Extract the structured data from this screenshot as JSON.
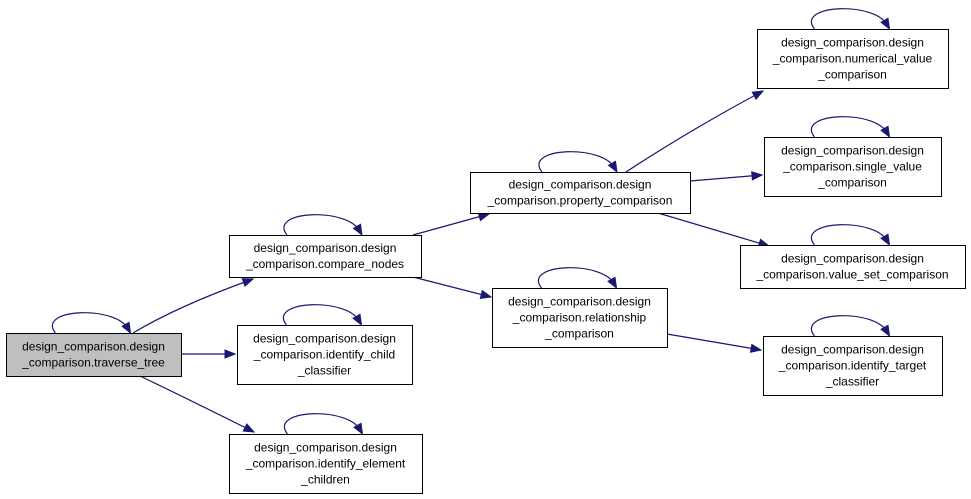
{
  "colors": {
    "edge": "#191970",
    "node_fill": "#ffffff",
    "root_fill": "#bfbfbf",
    "node_border": "#000000"
  },
  "nodes": [
    {
      "id": "traverse_tree",
      "lines": [
        "design_comparison.design",
        "_comparison.traverse_tree"
      ],
      "highlighted": true
    },
    {
      "id": "compare_nodes",
      "lines": [
        "design_comparison.design",
        "_comparison.compare_nodes"
      ]
    },
    {
      "id": "identify_child_classifier",
      "lines": [
        "design_comparison.design",
        "_comparison.identify_child",
        "_classifier"
      ]
    },
    {
      "id": "identify_element_children",
      "lines": [
        "design_comparison.design",
        "_comparison.identify_element",
        "_children"
      ]
    },
    {
      "id": "property_comparison",
      "lines": [
        "design_comparison.design",
        "_comparison.property_comparison"
      ]
    },
    {
      "id": "relationship_comparison",
      "lines": [
        "design_comparison.design",
        "_comparison.relationship",
        "_comparison"
      ]
    },
    {
      "id": "numerical_value_comparison",
      "lines": [
        "design_comparison.design",
        "_comparison.numerical_value",
        "_comparison"
      ]
    },
    {
      "id": "single_value_comparison",
      "lines": [
        "design_comparison.design",
        "_comparison.single_value",
        "_comparison"
      ]
    },
    {
      "id": "value_set_comparison",
      "lines": [
        "design_comparison.design",
        "_comparison.value_set_comparison"
      ]
    },
    {
      "id": "identify_target_classifier",
      "lines": [
        "design_comparison.design",
        "_comparison.identify_target",
        "_classifier"
      ]
    }
  ],
  "edges": [
    {
      "from": "traverse_tree",
      "to": "traverse_tree"
    },
    {
      "from": "traverse_tree",
      "to": "compare_nodes"
    },
    {
      "from": "traverse_tree",
      "to": "identify_child_classifier"
    },
    {
      "from": "traverse_tree",
      "to": "identify_element_children"
    },
    {
      "from": "compare_nodes",
      "to": "compare_nodes"
    },
    {
      "from": "compare_nodes",
      "to": "property_comparison"
    },
    {
      "from": "compare_nodes",
      "to": "relationship_comparison"
    },
    {
      "from": "identify_child_classifier",
      "to": "identify_child_classifier"
    },
    {
      "from": "identify_element_children",
      "to": "identify_element_children"
    },
    {
      "from": "property_comparison",
      "to": "property_comparison"
    },
    {
      "from": "property_comparison",
      "to": "numerical_value_comparison"
    },
    {
      "from": "property_comparison",
      "to": "single_value_comparison"
    },
    {
      "from": "property_comparison",
      "to": "value_set_comparison"
    },
    {
      "from": "relationship_comparison",
      "to": "relationship_comparison"
    },
    {
      "from": "relationship_comparison",
      "to": "identify_target_classifier"
    },
    {
      "from": "numerical_value_comparison",
      "to": "numerical_value_comparison"
    },
    {
      "from": "single_value_comparison",
      "to": "single_value_comparison"
    },
    {
      "from": "value_set_comparison",
      "to": "value_set_comparison"
    },
    {
      "from": "identify_target_classifier",
      "to": "identify_target_classifier"
    }
  ]
}
